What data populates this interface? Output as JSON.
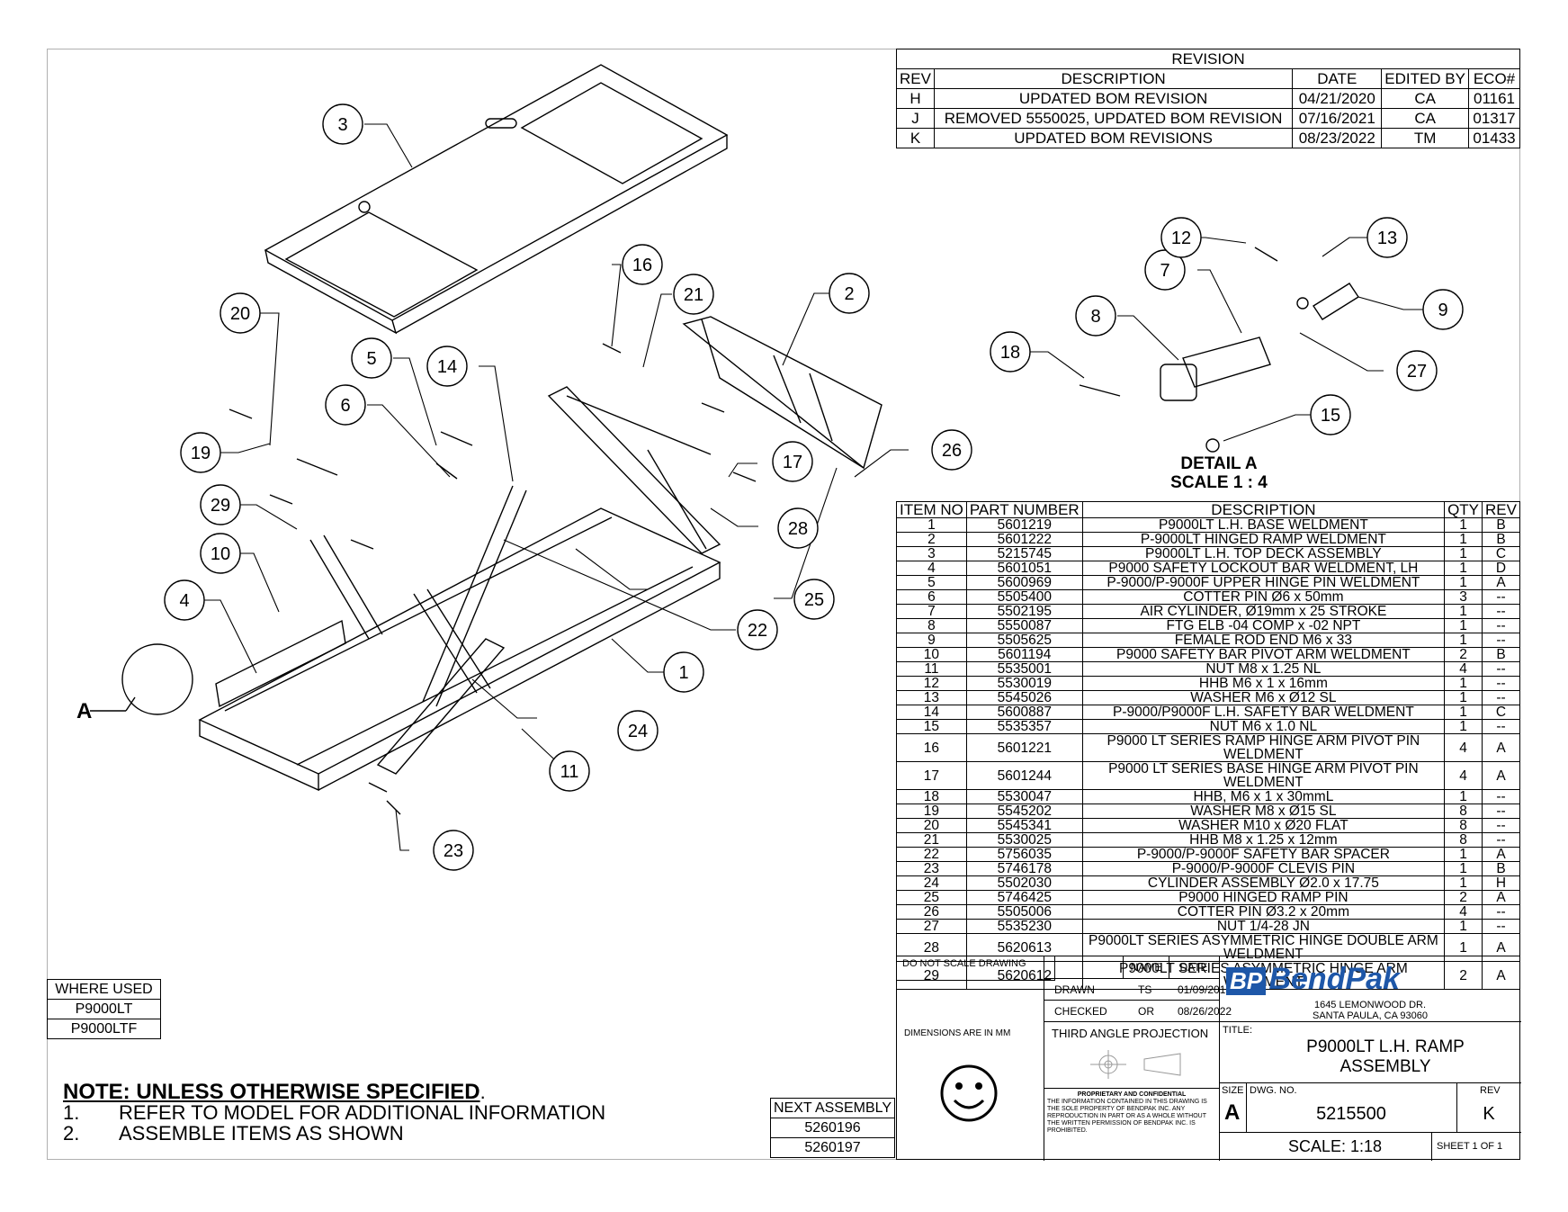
{
  "revision_table": {
    "title": "REVISION",
    "headers": [
      "REV",
      "DESCRIPTION",
      "DATE",
      "EDITED BY",
      "ECO#"
    ],
    "rows": [
      [
        "H",
        "UPDATED BOM REVISION",
        "04/21/2020",
        "CA",
        "01161"
      ],
      [
        "J",
        "REMOVED 5550025, UPDATED BOM REVISION",
        "07/16/2021",
        "CA",
        "01317"
      ],
      [
        "K",
        "UPDATED BOM REVISIONS",
        "08/23/2022",
        "TM",
        "01433"
      ]
    ]
  },
  "detail": {
    "title": "DETAIL A",
    "scale": "SCALE 1 : 4"
  },
  "bom": {
    "headers": [
      "ITEM NO",
      "PART NUMBER",
      "DESCRIPTION",
      "QTY",
      "REV"
    ],
    "rows": [
      [
        "1",
        "5601219",
        "P9000LT L.H. BASE WELDMENT",
        "1",
        "B"
      ],
      [
        "2",
        "5601222",
        "P-9000LT HINGED RAMP WELDMENT",
        "1",
        "B"
      ],
      [
        "3",
        "5215745",
        "P9000LT L.H. TOP DECK ASSEMBLY",
        "1",
        "C"
      ],
      [
        "4",
        "5601051",
        "P9000 SAFETY LOCKOUT BAR WELDMENT, LH",
        "1",
        "D"
      ],
      [
        "5",
        "5600969",
        "P-9000/P-9000F UPPER HINGE PIN WELDMENT",
        "1",
        "A"
      ],
      [
        "6",
        "5505400",
        "COTTER PIN Ø6 x 50mm",
        "3",
        "--"
      ],
      [
        "7",
        "5502195",
        "AIR CYLINDER, Ø19mm x 25 STROKE",
        "1",
        "--"
      ],
      [
        "8",
        "5550087",
        "FTG ELB -04 COMP x -02 NPT",
        "1",
        "--"
      ],
      [
        "9",
        "5505625",
        "FEMALE ROD END M6 x 33",
        "1",
        "--"
      ],
      [
        "10",
        "5601194",
        "P9000 SAFETY BAR PIVOT ARM WELDMENT",
        "2",
        "B"
      ],
      [
        "11",
        "5535001",
        "NUT M8 x 1.25 NL",
        "4",
        "--"
      ],
      [
        "12",
        "5530019",
        "HHB M6 x 1 x 16mm",
        "1",
        "--"
      ],
      [
        "13",
        "5545026",
        "WASHER M6 x Ø12 SL",
        "1",
        "--"
      ],
      [
        "14",
        "5600887",
        "P-9000/P9000F L.H. SAFETY BAR WELDMENT",
        "1",
        "C"
      ],
      [
        "15",
        "5535357",
        "NUT M6 x 1.0 NL",
        "1",
        "--"
      ],
      [
        "16",
        "5601221",
        "P9000 LT SERIES RAMP HINGE ARM PIVOT PIN WELDMENT",
        "4",
        "A"
      ],
      [
        "17",
        "5601244",
        "P9000 LT SERIES BASE HINGE ARM PIVOT PIN WELDMENT",
        "4",
        "A"
      ],
      [
        "18",
        "5530047",
        "HHB, M6 x 1 x 30mmL",
        "1",
        "--"
      ],
      [
        "19",
        "5545202",
        "WASHER M8 x Ø15 SL",
        "8",
        "--"
      ],
      [
        "20",
        "5545341",
        "WASHER M10 x Ø20 FLAT",
        "8",
        "--"
      ],
      [
        "21",
        "5530025",
        "HHB M8 x 1.25 x 12mm",
        "8",
        "--"
      ],
      [
        "22",
        "5756035",
        "P-9000/P-9000F SAFETY BAR SPACER",
        "1",
        "A"
      ],
      [
        "23",
        "5746178",
        "P-9000/P-9000F CLEVIS PIN",
        "1",
        "B"
      ],
      [
        "24",
        "5502030",
        "CYLINDER ASSEMBLY Ø2.0 x 17.75",
        "1",
        "H"
      ],
      [
        "25",
        "5746425",
        "P9000 HINGED RAMP PIN",
        "2",
        "A"
      ],
      [
        "26",
        "5505006",
        "COTTER PIN Ø3.2 x 20mm",
        "4",
        "--"
      ],
      [
        "27",
        "5535230",
        "NUT 1/4-28 JN",
        "1",
        "--"
      ],
      [
        "28",
        "5620613",
        "P9000LT SERIES ASYMMETRIC HINGE DOUBLE ARM WELDMENT",
        "1",
        "A"
      ],
      [
        "29",
        "5620612",
        "P9000LT SERIES ASYMMETRIC HINGE ARM WELDMENT",
        "2",
        "A"
      ]
    ]
  },
  "title_block": {
    "do_not_scale": "DO NOT SCALE DRAWING",
    "name_label": "NAME",
    "date_label": "DATE",
    "drawn_label": "DRAWN",
    "drawn_name": "TS",
    "drawn_date": "01/09/2018",
    "checked_label": "CHECKED",
    "checked_name": "OR",
    "checked_date": "08/26/2022",
    "dims_note": "DIMENSIONS ARE IN MM",
    "projection": "THIRD ANGLE PROJECTION",
    "proprietary_title": "PROPRIETARY AND CONFIDENTIAL",
    "proprietary_text": "THE INFORMATION CONTAINED IN THIS DRAWING IS THE SOLE PROPERTY OF BENDPAK INC. ANY REPRODUCTION IN PART OR AS A WHOLE WITHOUT THE WRITTEN PERMISSION OF BENDPAK INC. IS PROHIBITED.",
    "logo_bp": "BP",
    "logo_name": "BendPak",
    "address_1": "1645 LEMONWOOD DR.",
    "address_2": "SANTA PAULA, CA 93060",
    "title_label": "TITLE:",
    "title_1": "P9000LT L.H. RAMP",
    "title_2": "ASSEMBLY",
    "size_label": "SIZE",
    "size": "A",
    "dwg_label": "DWG. NO.",
    "dwg_no": "5215500",
    "rev_label": "REV",
    "rev": "K",
    "scale": "SCALE: 1:18",
    "sheet": "SHEET 1 OF 1"
  },
  "where_used": {
    "title": "WHERE USED",
    "items": [
      "P9000LT",
      "P9000LTF"
    ]
  },
  "next_assembly": {
    "title": "NEXT ASSEMBLY",
    "items": [
      "5260196",
      "5260197"
    ]
  },
  "notes": {
    "heading": "NOTE: UNLESS OTHERWISE SPECIFIED",
    "items": [
      {
        "n": "1.",
        "text": "REFER TO MODEL FOR ADDITIONAL INFORMATION"
      },
      {
        "n": "2.",
        "text": "ASSEMBLE ITEMS AS SHOWN"
      }
    ]
  },
  "balloons": [
    "1",
    "2",
    "3",
    "4",
    "5",
    "6",
    "7",
    "8",
    "9",
    "10",
    "11",
    "12",
    "13",
    "14",
    "15",
    "16",
    "17",
    "18",
    "19",
    "20",
    "21",
    "22",
    "23",
    "24",
    "25",
    "26",
    "27",
    "28",
    "29"
  ],
  "detail_callout": "A"
}
